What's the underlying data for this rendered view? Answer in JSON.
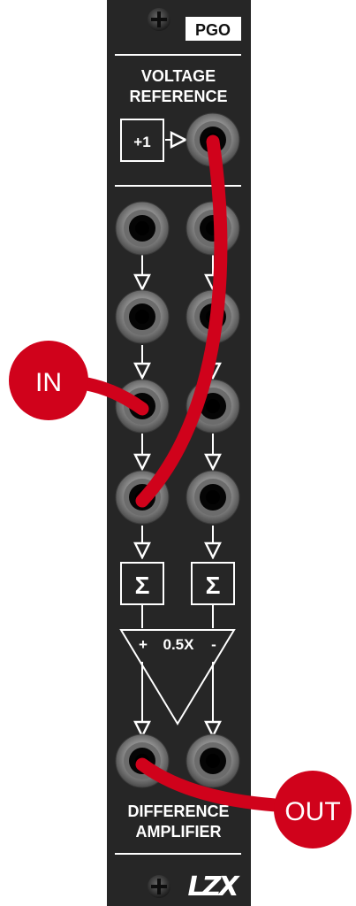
{
  "module": {
    "brand_badge": "PGO",
    "section_title_line1": "VOLTAGE",
    "section_title_line2": "REFERENCE",
    "plus_one_box": "+1",
    "sum_symbol": "Σ",
    "amp_plus": "+",
    "amp_gain": "0.5X",
    "amp_minus": "-",
    "footer_line1": "DIFFERENCE",
    "footer_line2": "AMPLIFIER",
    "logo": "LZX"
  },
  "callouts": {
    "input": "IN",
    "output": "OUT"
  },
  "colors": {
    "panel": "#262626",
    "panel_line": "#ffffff",
    "cable": "#d0021b",
    "jack_ring": "#8f8f8f",
    "jack_hole": "#050505"
  },
  "icons": {
    "screw": "phillips-screw-icon",
    "jack": "audio-jack-icon",
    "arrow": "arrow-icon",
    "logo": "lzx-logo-icon"
  }
}
